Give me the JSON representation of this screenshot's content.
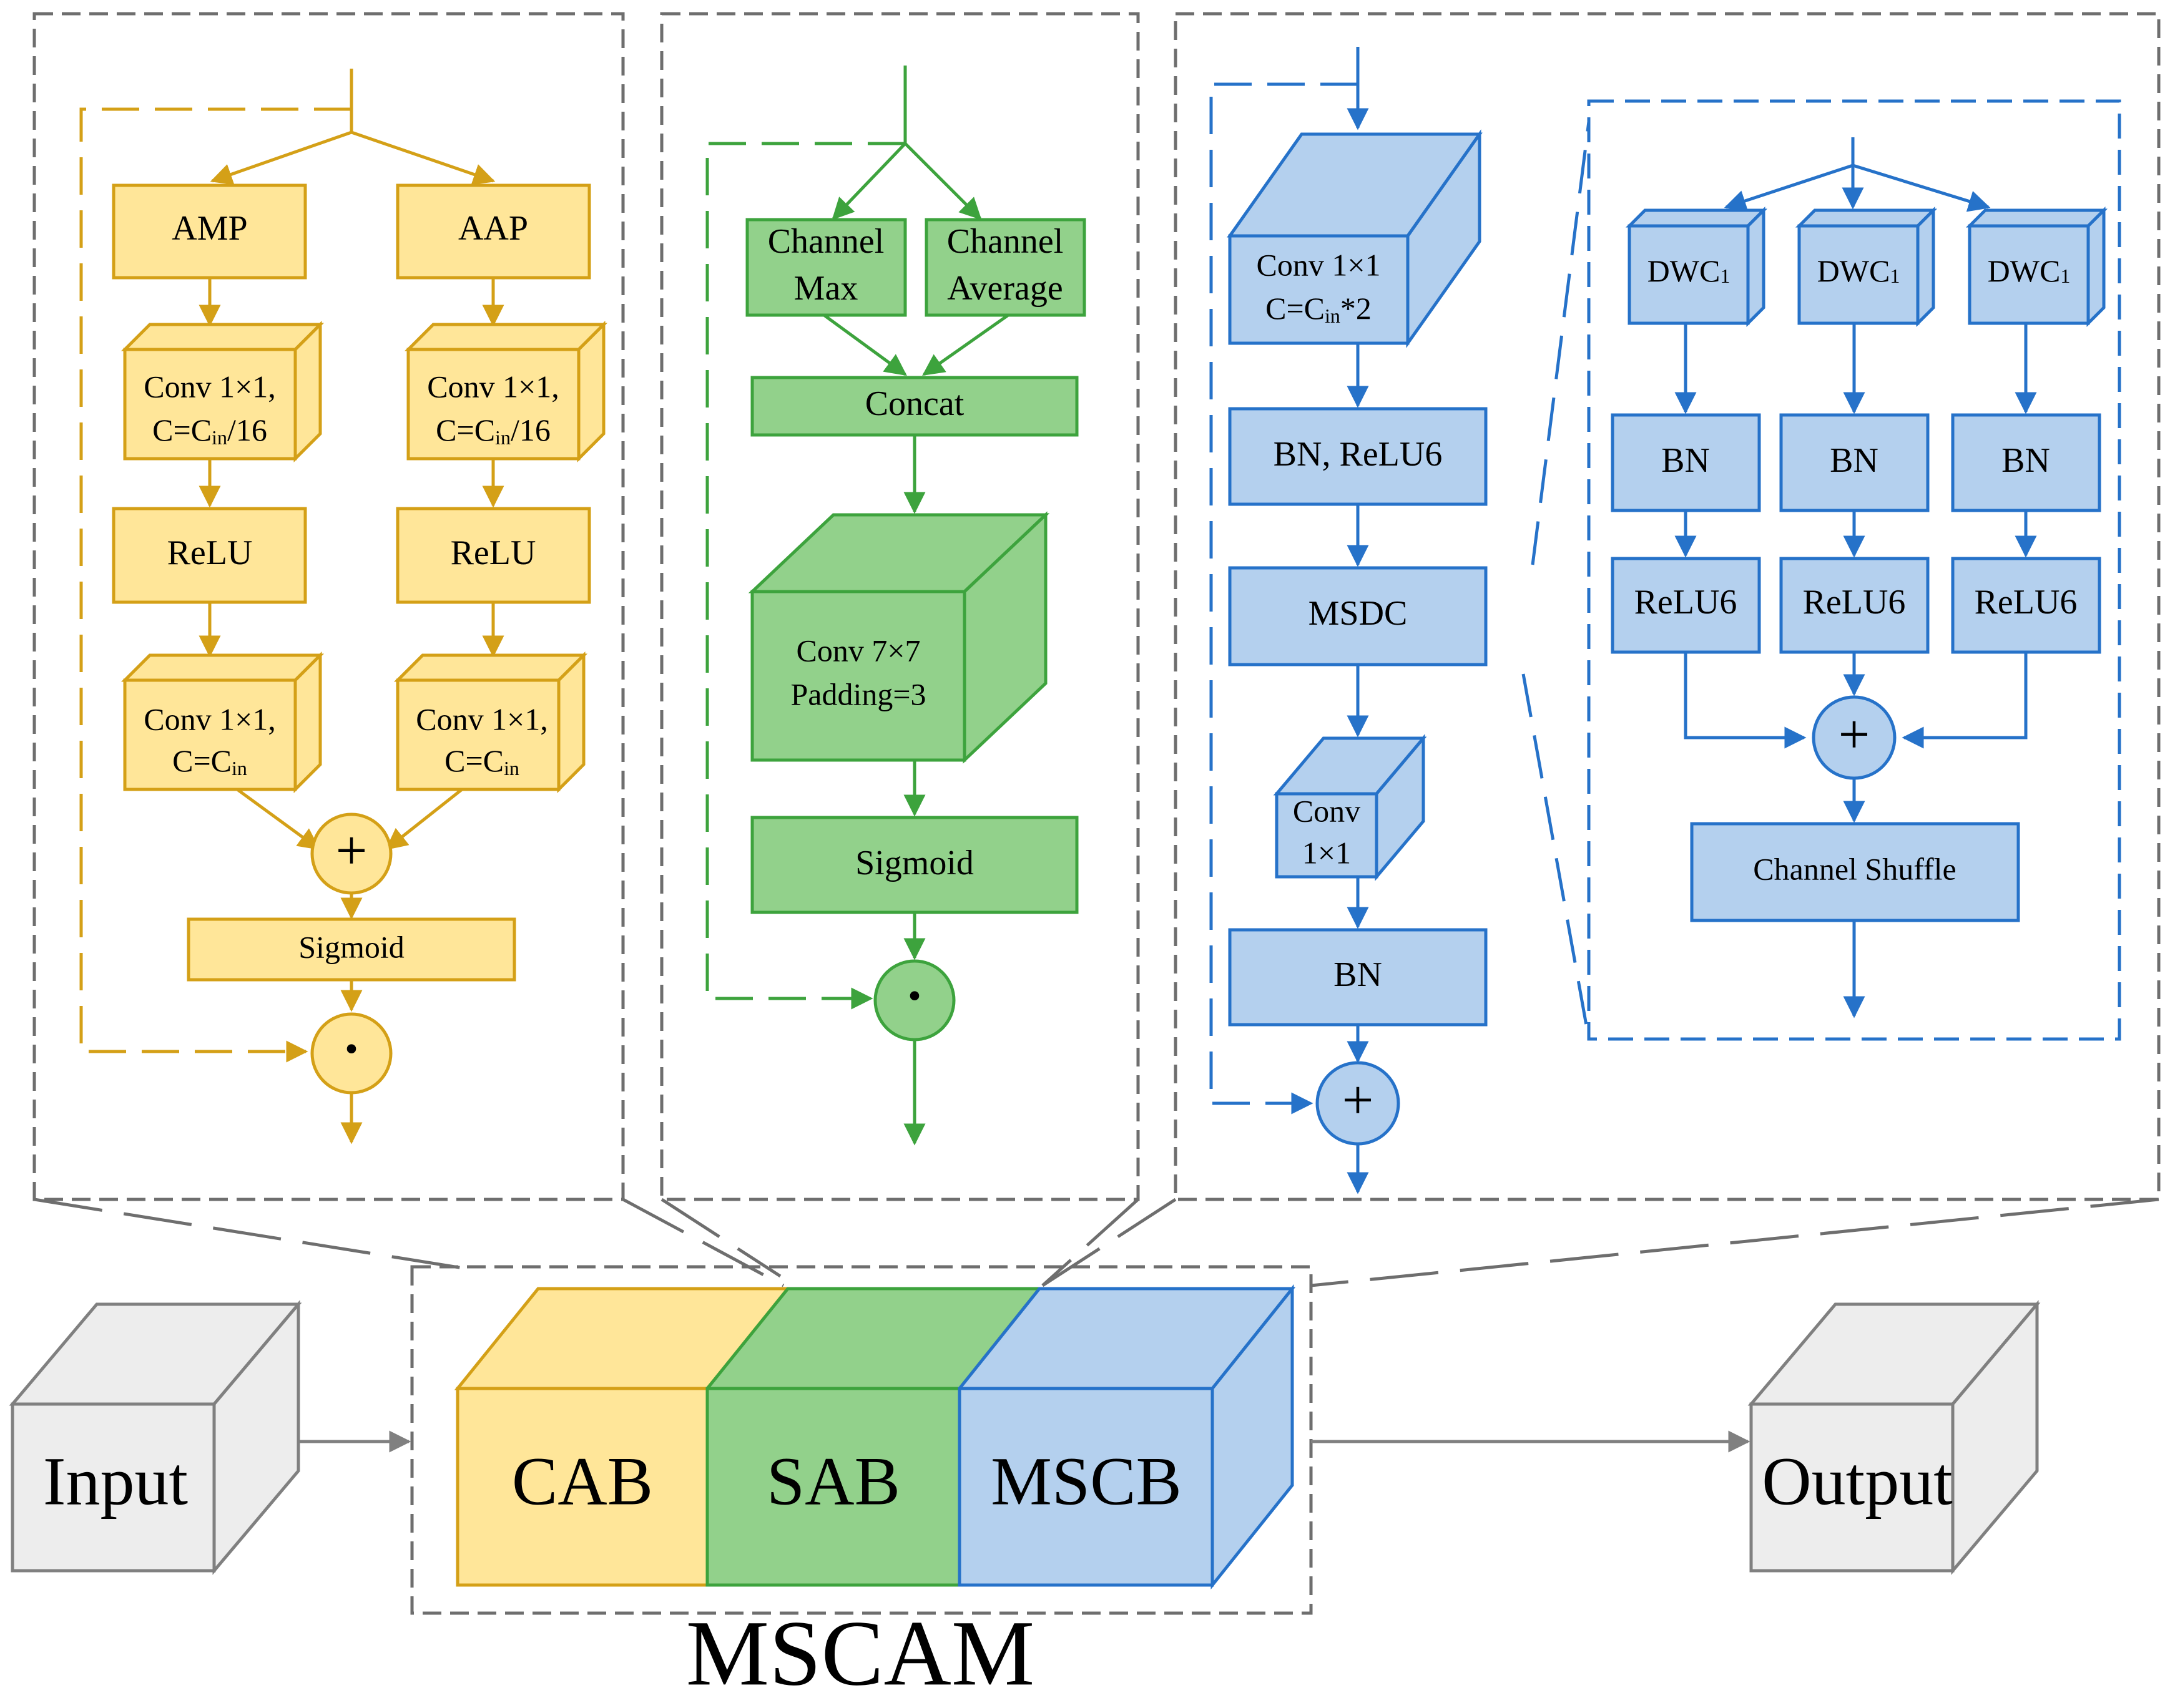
{
  "colors": {
    "cab_fill": "#FFE699",
    "cab_stroke": "#D4A017",
    "sab_fill": "#92D18B",
    "sab_stroke": "#3DA33D",
    "mscb_fill": "#B4D0EE",
    "mscb_stroke": "#2672C9",
    "io_fill": "#EDEDED",
    "io_stroke": "#808080",
    "dash_gray": "#6E6E6E"
  },
  "bottom": {
    "input_label": "Input",
    "output_label": "Output",
    "cab_label": "CAB",
    "sab_label": "SAB",
    "mscb_label": "MSCB",
    "title": "MSCAM"
  },
  "cab_panel": {
    "amp_label": "AMP",
    "aap_label": "AAP",
    "conv1_left": {
      "line1": "Conv 1×1,",
      "line2_pre": "C=C",
      "line2_sub": "in",
      "line2_post": "/16"
    },
    "conv1_right": {
      "line1": "Conv 1×1,",
      "line2_pre": "C=C",
      "line2_sub": "in",
      "line2_post": "/16"
    },
    "relu_left": "ReLU",
    "relu_right": "ReLU",
    "conv2_left": {
      "line1": "Conv 1×1,",
      "line2_pre": "C=C",
      "line2_sub": "in"
    },
    "conv2_right": {
      "line1": "Conv 1×1,",
      "line2_pre": "C=C",
      "line2_sub": "in"
    },
    "add_symbol": "+",
    "sigmoid_label": "Sigmoid",
    "mul_symbol": "·"
  },
  "sab_panel": {
    "channel_max": [
      "Channel",
      "Max"
    ],
    "channel_average": [
      "Channel",
      "Average"
    ],
    "concat_label": "Concat",
    "conv_line1": "Conv 7×7",
    "conv_line2": "Padding=3",
    "sigmoid_label": "Sigmoid",
    "mul_symbol": "·"
  },
  "mscb_panel": {
    "conv_line1": "Conv 1×1",
    "conv_line2_pre": "C=C",
    "conv_line2_sub": "in",
    "conv_line2_post": "*2",
    "bn_relu6_label": "BN, ReLU6",
    "msdc_label": "MSDC",
    "conv_small_line1": "Conv",
    "conv_small_line2": "1×1",
    "bn_label": "BN",
    "add_symbol": "+",
    "msdc_detail": {
      "dwc_labels": [
        "DWC",
        "DWC",
        "DWC"
      ],
      "dwc_sub": "1",
      "bn_labels": [
        "BN",
        "BN",
        "BN"
      ],
      "relu6_labels": [
        "ReLU6",
        "ReLU6",
        "ReLU6"
      ],
      "add_symbol": "+",
      "shuffle_label": "Channel Shuffle"
    }
  }
}
